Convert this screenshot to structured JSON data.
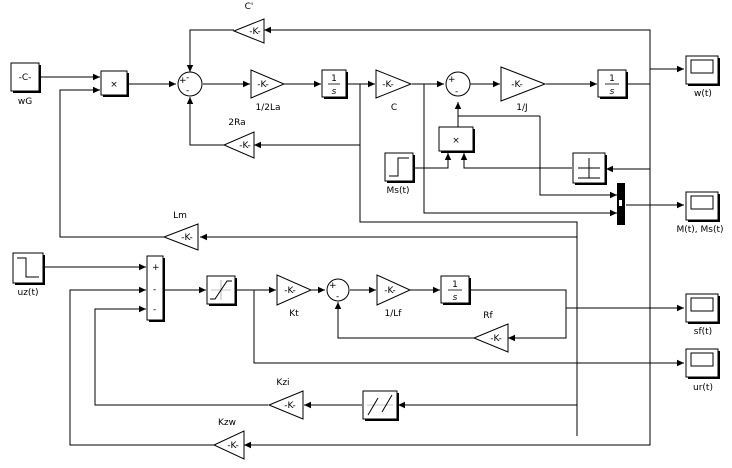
{
  "blocks": {
    "constant": {
      "text": "-C-",
      "label": "wG"
    },
    "product_top": {
      "text": "×"
    },
    "gain_cprime": {
      "text": "-K-",
      "label": "C'"
    },
    "gain_2la": {
      "text": "-K-",
      "label": "1/2La"
    },
    "integrator_1": {
      "num": "1",
      "den": "s"
    },
    "gain_c": {
      "text": "-K-",
      "label": "C"
    },
    "gain_1j": {
      "text": "-K-",
      "label": "1/J"
    },
    "integrator_2": {
      "num": "1",
      "den": "s"
    },
    "gain_2ra": {
      "text": "-K-",
      "label": "2Ra"
    },
    "product_mid": {
      "text": "×"
    },
    "step_ms": {
      "label": "Ms(t)"
    },
    "scope_w": {
      "label": "w(t)"
    },
    "scope_m": {
      "label": "M(t), Ms(t)"
    },
    "gain_lm": {
      "text": "-K-",
      "label": "Lm"
    },
    "step_uz": {
      "label": "uz(t)"
    },
    "gain_kt": {
      "text": "-K-",
      "label": "Kt"
    },
    "gain_1lf": {
      "text": "-K-",
      "label": "1/Lf"
    },
    "integrator_3": {
      "num": "1",
      "den": "s"
    },
    "gain_rf": {
      "text": "-K-",
      "label": "Rf"
    },
    "scope_sf": {
      "label": "sf(t)"
    },
    "scope_ur": {
      "label": "ur(t)"
    },
    "gain_kzi": {
      "text": "-K-",
      "label": "Kzi"
    },
    "gain_kzw": {
      "text": "-K-",
      "label": "Kzw"
    }
  },
  "signs": {
    "sum_top": [
      "+",
      "-",
      "-"
    ],
    "sum_mid": [
      "+",
      "-"
    ],
    "sum_field": [
      "+",
      "-"
    ],
    "sum_bar": [
      "+",
      "-",
      "-",
      "-"
    ]
  }
}
